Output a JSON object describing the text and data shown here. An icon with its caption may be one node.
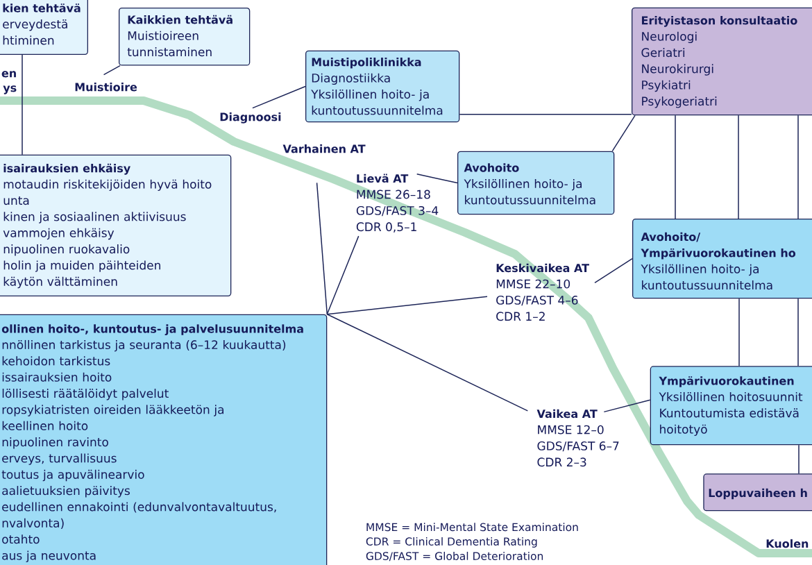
{
  "diagram": {
    "nodes": [
      {
        "text": [
          "kien tehtävä",
          "erveydestä htiminen"
        ]
      },
      {
        "text": [
          "Kaikkien tehtävä",
          "Muistioireen tunnistaminen"
        ]
      },
      {
        "text": [
          "Muistioire"
        ]
      },
      {
        "text": [
          "Muistipoliklinikka",
          "Diagnostiikka",
          "Yksilöllinen hoito- ja kuntoutussuunnitelma"
        ]
      },
      {
        "text": [
          "Diagnoosi"
        ]
      },
      {
        "text": [
          "Erityistason konsultaatio",
          "Neurologi",
          "Geriatri",
          "Neurokirurgi",
          "Psykiatri",
          "Psykogeriatri"
        ]
      },
      {
        "text": [
          "isairauksien ehkäisy",
          "motaudin riskitekijöiden hyvä hoito",
          "unta",
          "kinen ja sosiaalinen aktiivisuus",
          "vammojen ehkäisy",
          "nipuolinen ruokavalio",
          "holin ja muiden päihteiden käytön välttäminen"
        ]
      },
      {
        "text": [
          "Varhainen AT"
        ]
      },
      {
        "text": [
          "Lievä AT",
          "MMSE 26–18",
          "GDS/FAST 3–4",
          "CDR 0,5–1"
        ]
      },
      {
        "text": [
          "Avohoito",
          "Yksilöllinen hoito- ja kuntoutussuunnitelma"
        ]
      },
      {
        "text": [
          "Keskivaikea AT",
          "MMSE 22–10",
          "GDS/FAST 4–6",
          "CDR 1–2"
        ]
      },
      {
        "text": [
          "Avohoito/ Ympärivuorokautinen ho",
          "Yksilöllinen hoito- ja kuntoutussuunnitelma"
        ]
      },
      {
        "text": [
          "ollinen hoito-, kuntoutus- ja palvelusuunnitelma",
          "nnöllinen tarkistus ja seuranta (6–12 kuukautta)",
          "kehoidon tarkistus",
          "issairauksien hoito",
          "löllisesti räätälöidyt palvelut",
          "ropsykiatristen oireiden lääkkeetön ja keellinen hoito",
          "nipuolinen ravinto",
          "erveys, turvallisuus",
          "toutus ja apuvälinearvio",
          "aalietuuksien päivitys",
          "eudellinen ennakointi (edunvalvontavaltuutus, nvalvonta)",
          "otahto",
          "aus ja neuvonta"
        ]
      },
      {
        "text": [
          "Vaikea AT",
          "MMSE 12–0",
          "GDS/FAST 6–7",
          "CDR 2–3"
        ]
      },
      {
        "text": [
          "Ympärivuorokautinen",
          "Yksilöllinen hoitosuunnit",
          "Kuntoutumista edistävä hoitotyö"
        ]
      },
      {
        "text": [
          "Loppuvaiheen h"
        ]
      }
    ],
    "edges": [
      {
        "from": 2,
        "to": 1,
        "arrow": "none"
      },
      {
        "from": 4,
        "to": 3,
        "arrow": "none"
      },
      {
        "from": 3,
        "to": 5,
        "arrow": "none"
      },
      {
        "from": 5,
        "to": 9,
        "arrow": "none"
      },
      {
        "from": 5,
        "to": 11,
        "arrow": "none"
      },
      {
        "from": 5,
        "to": 11,
        "arrow": "none"
      },
      {
        "from": 5,
        "to": 11,
        "arrow": "none"
      },
      {
        "from": 11,
        "to": 14,
        "arrow": "none"
      },
      {
        "from": 11,
        "to": 14,
        "arrow": "none"
      },
      {
        "from": 14,
        "to": 15,
        "arrow": "none"
      },
      {
        "from": 0,
        "to": 6,
        "arrow": "none"
      },
      {
        "from": 8,
        "to": 9,
        "arrow": "none"
      },
      {
        "from": 10,
        "to": 11,
        "arrow": "none"
      },
      {
        "from": 13,
        "to": 14,
        "arrow": "none"
      },
      {
        "from": 12,
        "to": 7,
        "arrow": "none"
      },
      {
        "from": 12,
        "to": 8,
        "arrow": "none"
      },
      {
        "from": 12,
        "to": 10,
        "arrow": "none"
      },
      {
        "from": 12,
        "to": 13,
        "arrow": "none"
      }
    ],
    "labels": [
      "en ys",
      "MMSE = Mini-Mental State Examination",
      "CDR = Clinical Dementia Rating",
      "GDS/FAST = Global Deterioration",
      "Kuolen"
    ]
  }
}
